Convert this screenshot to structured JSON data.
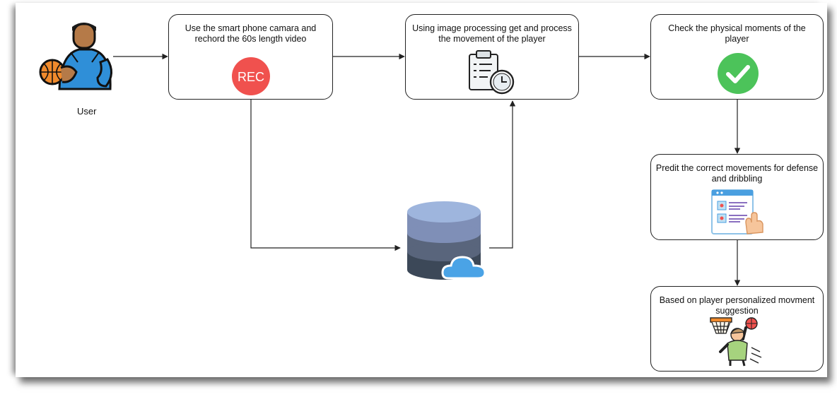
{
  "actor": {
    "label": "User"
  },
  "steps": {
    "record": "Use the smart phone camara and rechord the 60s length video",
    "process": "Using image processing get and process the movement of the player",
    "check": "Check the physical moments of the player",
    "predict": "Predit the correct movements for defense and dribbling",
    "suggest": "Based on player personalized movment suggestion"
  },
  "icons": {
    "rec_badge": {
      "text": "REC",
      "color": "#f0514e"
    },
    "check_badge": {
      "color": "#4cc35a"
    },
    "user": "basketball-player-icon",
    "clipboard": "clipboard-clock-icon",
    "database": "cloud-database-icon",
    "tablet": "tablet-touch-icon",
    "hoop": "player-dunking-hoop-icon"
  }
}
